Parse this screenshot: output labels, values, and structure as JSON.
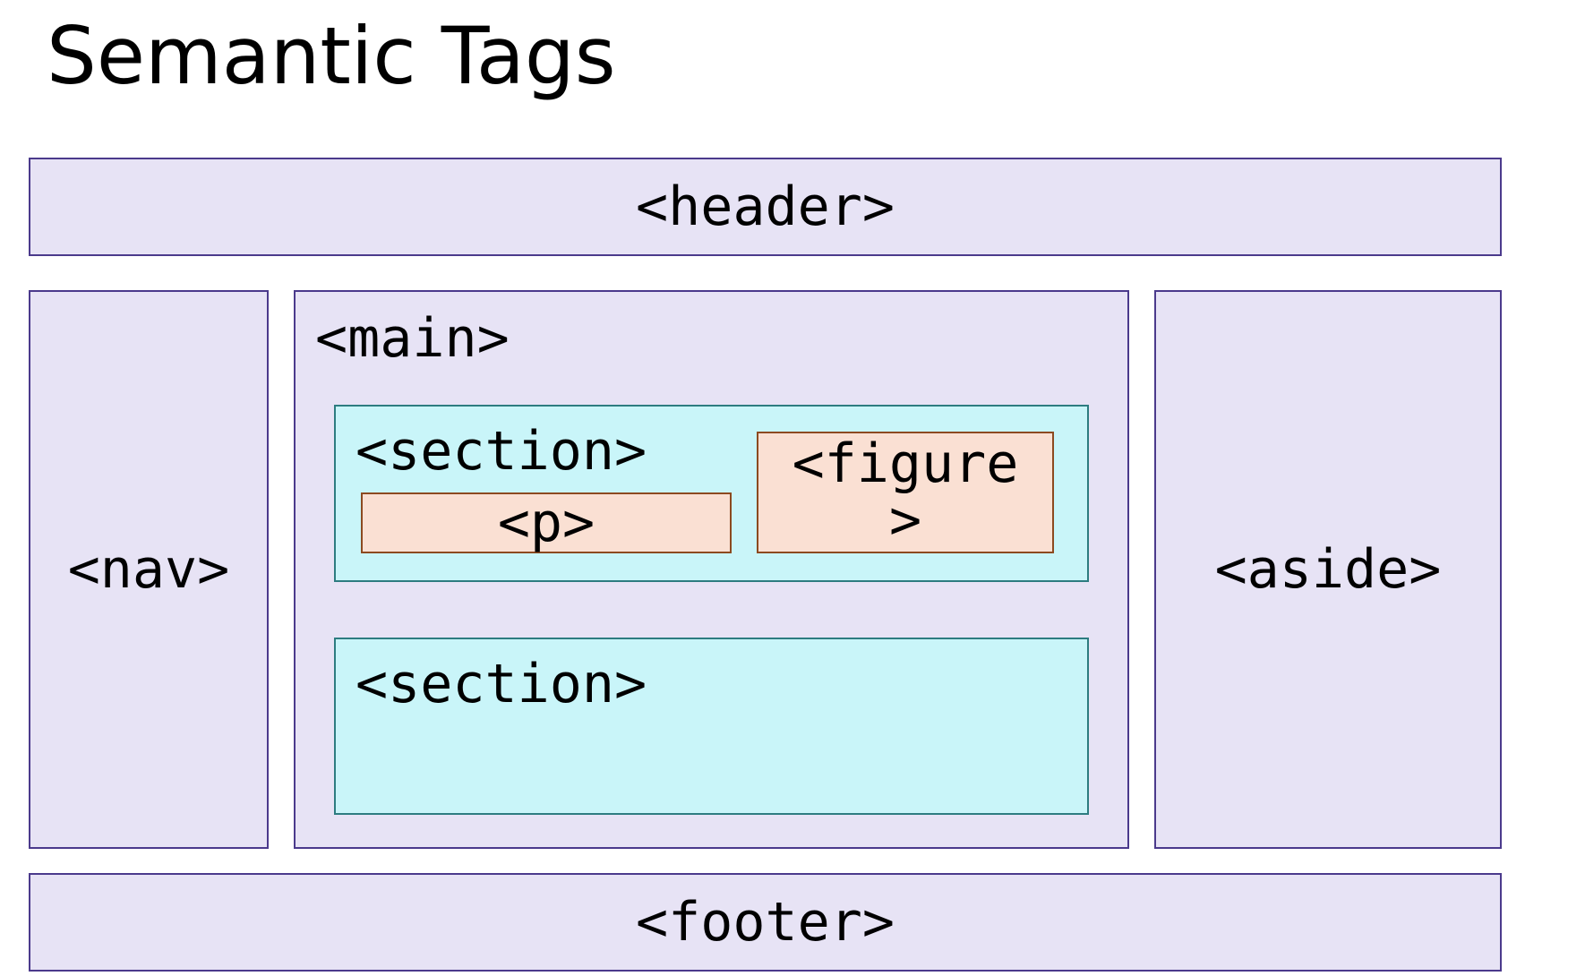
{
  "title": "Semantic Tags",
  "diagram": {
    "header": "<header>",
    "nav": "<nav>",
    "main": "<main>",
    "section_1": "<section>",
    "p": "<p>",
    "figure_line1": "<figure",
    "figure_line2": ">",
    "section_2": "<section>",
    "aside": "<aside>",
    "footer": "<footer>"
  },
  "colors": {
    "layout_fill": "#e7e3f5",
    "layout_border": "#4b3a8c",
    "section_fill": "#c9f5f9",
    "section_border": "#2d7c80",
    "content_fill": "#fae0d3",
    "content_border": "#8c4a20"
  }
}
